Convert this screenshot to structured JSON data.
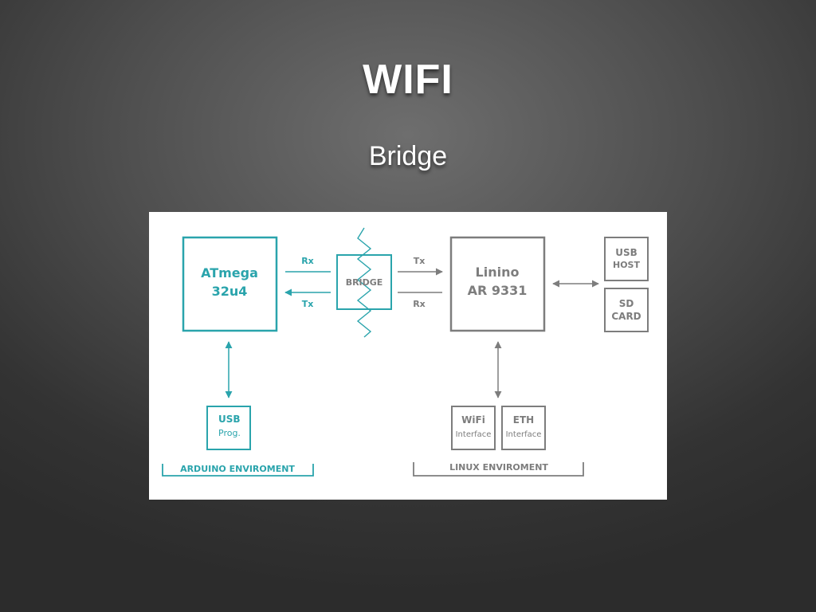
{
  "title": "WIFI",
  "subtitle": "Bridge",
  "diagram": {
    "colors": {
      "teal": "#2aa4ac",
      "gray": "#7d7d7d",
      "background": "#ffffff"
    },
    "atmega": {
      "line1": "ATmega",
      "line2": "32u4"
    },
    "bridge": {
      "label": "BRIDGE"
    },
    "linino": {
      "line1": "Linino",
      "line2": "AR 9331"
    },
    "usb_host": {
      "line1": "USB",
      "line2": "HOST"
    },
    "sd_card": {
      "line1": "SD",
      "line2": "CARD"
    },
    "usb_prog": {
      "line1": "USB",
      "line2": "Prog."
    },
    "wifi": {
      "line1": "WiFi",
      "line2": "Interface"
    },
    "eth": {
      "line1": "ETH",
      "line2": "Interface"
    },
    "arrows": {
      "left_top": "Rx",
      "left_bottom": "Tx",
      "right_top": "Tx",
      "right_bottom": "Rx"
    },
    "groups": {
      "arduino": "ARDUINO ENVIROMENT",
      "linux": "LINUX ENVIROMENT"
    }
  }
}
